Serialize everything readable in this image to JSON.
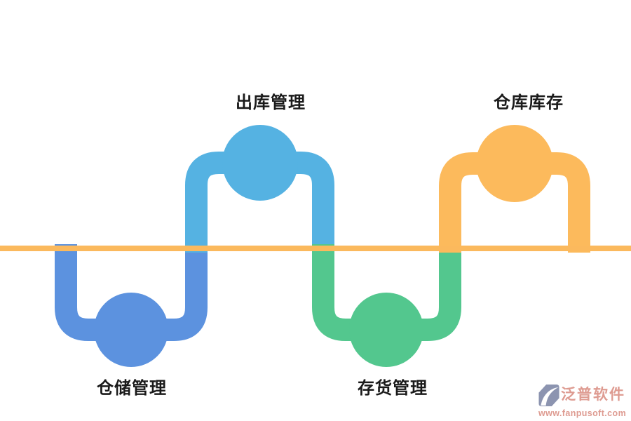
{
  "colors": {
    "royal_blue": "#5c92df",
    "light_blue": "#55b2e2",
    "green": "#53c78e",
    "orange": "#fcba5c",
    "baseline": "#fbb95d",
    "label_text": "#1a1a1a",
    "brand_text": "#de9b91",
    "brand_icon": "#8c94b0",
    "background": "#ffffff"
  },
  "diagram": {
    "type": "alternating-wave-process",
    "baseline_role": "timeline-divider",
    "nodes": [
      {
        "id": "storage-management",
        "label": "仓储管理",
        "position": "below-line",
        "color_key": "royal_blue"
      },
      {
        "id": "outbound-management",
        "label": "出库管理",
        "position": "above-line",
        "color_key": "light_blue"
      },
      {
        "id": "inventory-management",
        "label": "存货管理",
        "position": "below-line",
        "color_key": "green"
      },
      {
        "id": "warehouse-stock",
        "label": "仓库库存",
        "position": "above-line",
        "color_key": "orange"
      }
    ]
  },
  "branding": {
    "name": "泛普软件",
    "url": "www.fanpusoft.com",
    "icon": "fanpu-logo-icon"
  }
}
